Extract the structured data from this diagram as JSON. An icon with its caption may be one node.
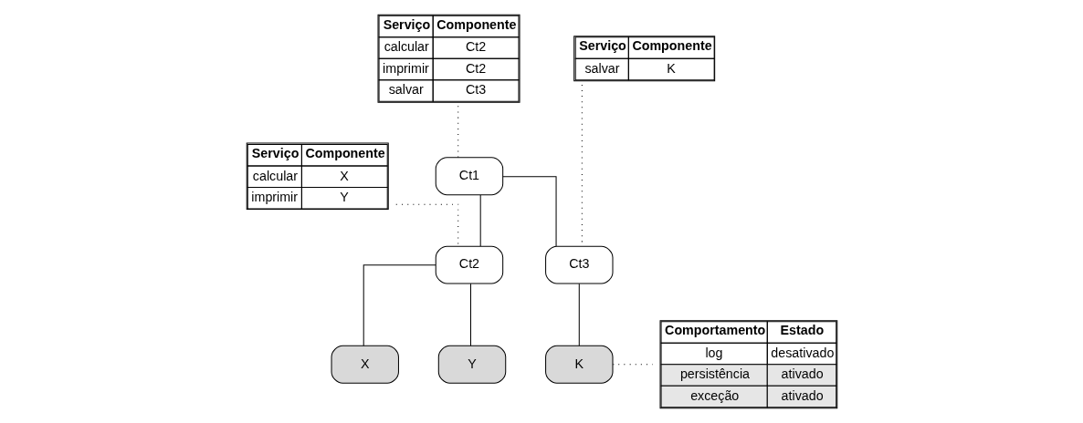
{
  "diagram": {
    "nodes": [
      {
        "text": [
          "Serviço",
          "Componente",
          "calcular",
          "Ct2",
          "imprimir",
          "Ct2",
          "salvar",
          "Ct3"
        ]
      },
      {
        "text": [
          "Serviço",
          "Componente",
          "salvar",
          "K"
        ]
      },
      {
        "text": [
          "Serviço",
          "Componente",
          "calcular",
          "X",
          "imprimir",
          "Y"
        ]
      },
      {
        "text": [
          "Ct1"
        ]
      },
      {
        "text": [
          "Ct2"
        ]
      },
      {
        "text": [
          "Ct3"
        ]
      },
      {
        "text": [
          "X"
        ]
      },
      {
        "text": [
          "Y"
        ]
      },
      {
        "text": [
          "K"
        ]
      },
      {
        "text": [
          "Comportamento",
          "Estado",
          "log",
          "desativado",
          "persistência",
          "ativado",
          "exceção",
          "ativado"
        ]
      }
    ],
    "edges": [
      {
        "from": 3,
        "to": 4,
        "arrow": "none"
      },
      {
        "from": 3,
        "to": 5,
        "arrow": "none"
      },
      {
        "from": 4,
        "to": 6,
        "arrow": "none"
      },
      {
        "from": 4,
        "to": 7,
        "arrow": "none"
      },
      {
        "from": 5,
        "to": 8,
        "arrow": "none"
      },
      {
        "from": 0,
        "to": 3,
        "arrow": "none",
        "style": "dashed"
      },
      {
        "from": 1,
        "to": 5,
        "arrow": "none",
        "style": "dashed"
      },
      {
        "from": 2,
        "to": 4,
        "arrow": "none",
        "style": "dashed"
      },
      {
        "from": 8,
        "to": 9,
        "arrow": "none",
        "style": "dashed"
      }
    ]
  }
}
